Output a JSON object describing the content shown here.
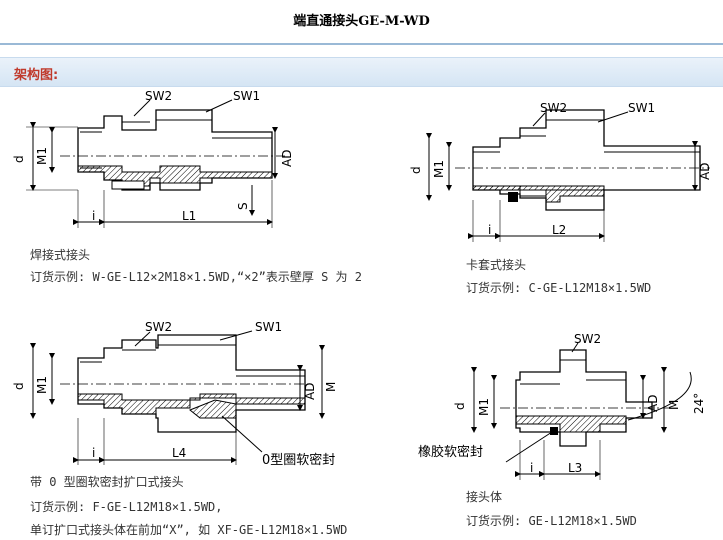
{
  "title": "端直通接头GE-M-WD",
  "section_title": "架构图:",
  "diagram_a": {
    "labels": {
      "sw2": "SW2",
      "sw1": "SW1",
      "d": "d",
      "m1": "M1",
      "ad": "AD",
      "i": "i",
      "l1": "L1",
      "s": "S"
    },
    "caption": "焊接式接头",
    "order": "订货示例: W-GE-L12×2M18×1.5WD,“×2”表示壁厚 S 为 2"
  },
  "diagram_b": {
    "labels": {
      "sw2": "SW2",
      "sw1": "SW1",
      "d": "d",
      "m1": "M1",
      "ad": "AD",
      "i": "i",
      "l2": "L2"
    },
    "caption": "卡套式接头",
    "order": "订货示例: C-GE-L12M18×1.5WD"
  },
  "diagram_c": {
    "labels": {
      "sw2": "SW2",
      "sw1": "SW1",
      "d": "d",
      "m1": "M1",
      "ad": "AD",
      "m": "M",
      "i": "i",
      "l4": "L4",
      "seal": "0型圈软密封"
    },
    "caption": "带 0 型圈软密封扩口式接头",
    "order": "订货示例: F-GE-L12M18×1.5WD,",
    "order2": "单订扩口式接头体在前加“X”, 如 XF-GE-L12M18×1.5WD"
  },
  "diagram_d": {
    "labels": {
      "sw2": "SW2",
      "d": "d",
      "m1": "M1",
      "ad": "AD",
      "m": "M",
      "angle": "24°",
      "i": "i",
      "l3": "L3",
      "seal": "橡胶软密封"
    },
    "caption": "接头体",
    "order": "订货示例: GE-L12M18×1.5WD"
  }
}
